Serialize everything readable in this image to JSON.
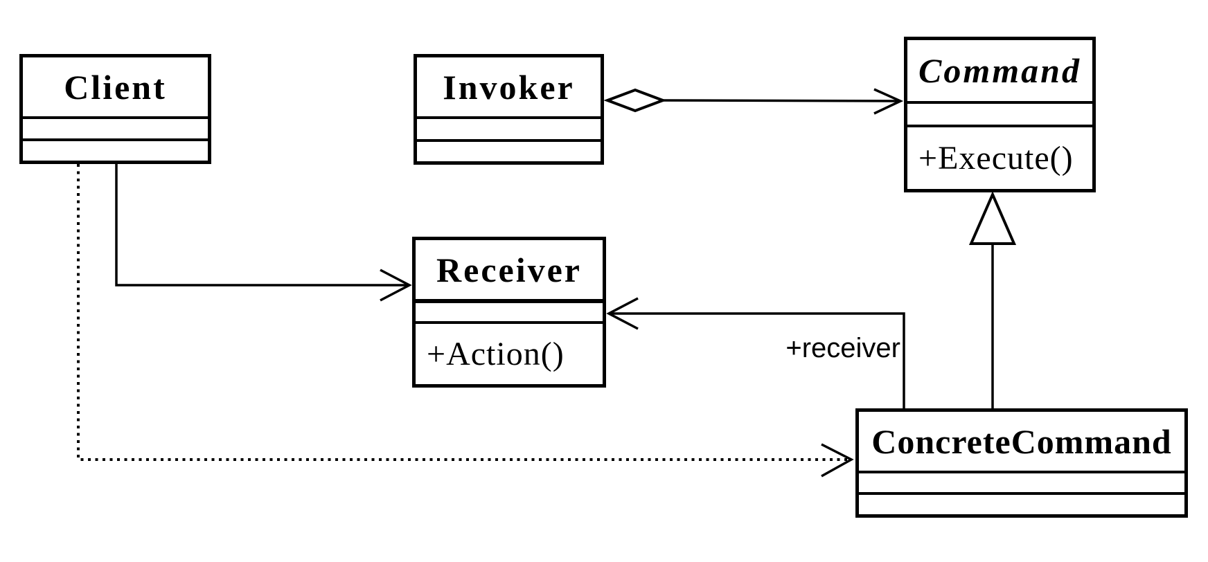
{
  "diagram_type": "uml-class-diagram",
  "pattern": "Command",
  "colors": {
    "ink": "#000000",
    "paper": "#ffffff"
  },
  "classes": {
    "client": {
      "name": "Client",
      "attributes": "",
      "operations": ""
    },
    "invoker": {
      "name": "Invoker",
      "attributes": "",
      "operations": ""
    },
    "command": {
      "name": "Command",
      "is_abstract": true,
      "attributes": "",
      "operations": "+Execute()"
    },
    "receiver": {
      "name": "Receiver",
      "attributes": "",
      "operations": "+Action()"
    },
    "concrete_command": {
      "name": "ConcreteCommand",
      "attributes": "",
      "operations": ""
    }
  },
  "labels": {
    "receiver_role": "+receiver"
  },
  "relationships": [
    {
      "type": "aggregation",
      "from": "Invoker",
      "to": "Command",
      "line": "solid",
      "marker": "hollow-diamond-and-open-arrow"
    },
    {
      "type": "inheritance",
      "from": "ConcreteCommand",
      "to": "Command",
      "line": "solid",
      "marker": "hollow-triangle"
    },
    {
      "type": "association",
      "from": "Client",
      "to": "Receiver",
      "line": "solid",
      "marker": "open-arrow"
    },
    {
      "type": "association",
      "from": "ConcreteCommand",
      "to": "Receiver",
      "line": "solid",
      "marker": "open-arrow",
      "label": "+receiver"
    },
    {
      "type": "dependency",
      "from": "Client",
      "to": "ConcreteCommand",
      "line": "dotted",
      "marker": "open-arrow"
    }
  ]
}
